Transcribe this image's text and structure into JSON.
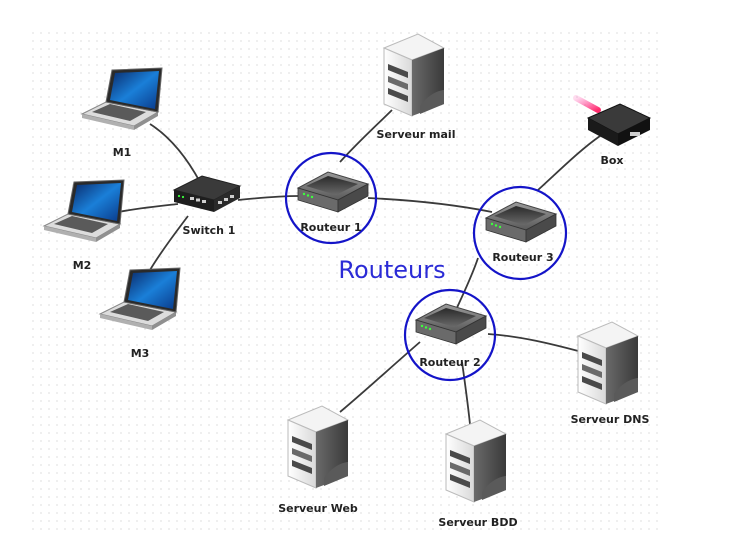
{
  "labels": {
    "m1": "M1",
    "m2": "M2",
    "m3": "M3",
    "switch1": "Switch 1",
    "routeur1": "Routeur 1",
    "routeur2": "Routeur 2",
    "routeur3": "Routeur 3",
    "serveur_mail": "Serveur mail",
    "box": "Box",
    "serveur_web": "Serveur Web",
    "serveur_bdd": "Serveur BDD",
    "serveur_dns": "Serveur DNS",
    "group_title": "Routeurs"
  },
  "colors": {
    "highlight_circle": "#1414c8",
    "link": "#3a3a3a",
    "group_title": "#2b2bd6"
  }
}
